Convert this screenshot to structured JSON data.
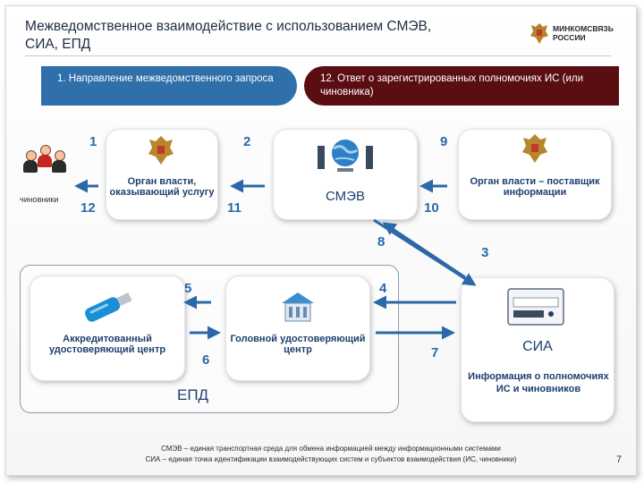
{
  "title": "Межведомственное взаимодействие с использованием СМЭВ, СИА, ЕПД",
  "logo": {
    "text_line1": "МИНКОМСВЯЗЬ",
    "text_line2": "РОССИИ"
  },
  "step1": "1. Направление межведомственного запроса",
  "step12": "12. Ответ о зарегистрированных полномочиях ИС (или чиновника)",
  "nodes": {
    "officials": "чиновники",
    "provider_organ": "Орган власти, оказывающий услугу",
    "smev": "СМЭВ",
    "info_supplier": "Орган власти – поставщик информации",
    "accredited_ca": "Аккредитованный удостоверяющий центр",
    "head_ca": "Головной удостоверяющий центр",
    "sia": "СИА",
    "epd": "ЕПД"
  },
  "sia_info": "Информация о полномочиях ИС и чиновников",
  "numbers": [
    "1",
    "2",
    "3",
    "4",
    "5",
    "6",
    "7",
    "8",
    "9",
    "10",
    "11",
    "12"
  ],
  "footnote": {
    "line1": "СМЭВ – единая транспортная среда для обмена информацией между информационными системами",
    "line2": "СИА – единая точка идентификации взаимодействующих систем и субъектов взаимодействия (ИС, чиновники)"
  },
  "page_number": "7",
  "colors": {
    "blue_pill": "#2f6faa",
    "dark_pill": "#5a0e12",
    "number_blue": "#2a68a8",
    "label_navy": "#1d3f6e"
  },
  "icons": [
    "coat-of-arms-icon",
    "officials-icon",
    "globe-server-icon",
    "usb-token-icon",
    "building-icon",
    "password-screen-icon"
  ]
}
